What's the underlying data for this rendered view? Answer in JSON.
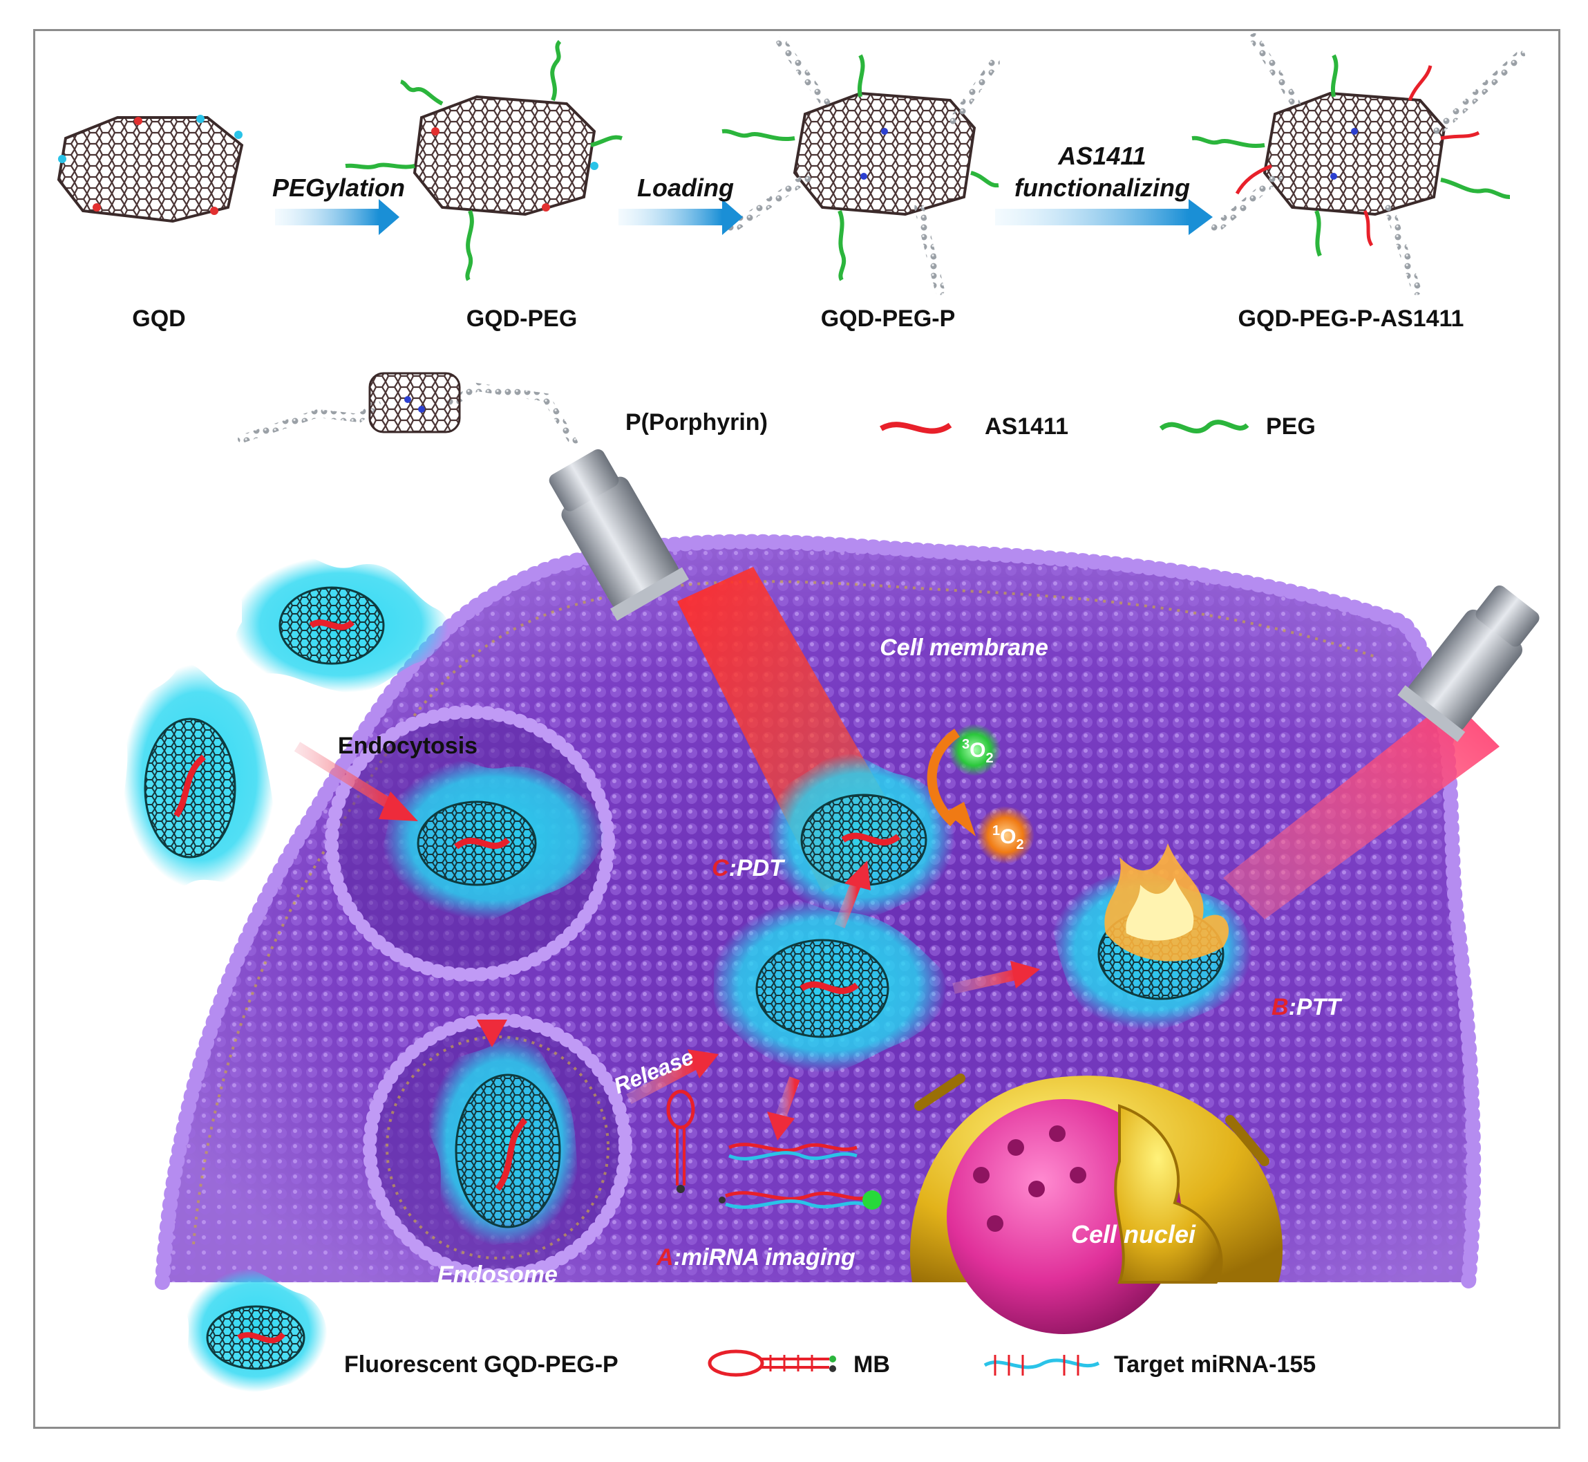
{
  "steps": {
    "pegylation": "PEGylation",
    "loading": "Loading",
    "functionalizing_1": "AS1411",
    "functionalizing_2": "functionalizing"
  },
  "stages": [
    "GQD",
    "GQD-PEG",
    "GQD-PEG-P",
    "GQD-PEG-P-AS1411"
  ],
  "legend_top": {
    "porphyrin": "P(Porphyrin)",
    "as1411": "AS1411",
    "peg": "PEG"
  },
  "cell": {
    "membrane": "Cell membrane",
    "endocytosis": "Endocytosis",
    "release": "Release",
    "endosome": "Endosome",
    "nuclei": "Cell nuclei",
    "pdt_letter": "C",
    "pdt_text": ":PDT",
    "ptt_letter": "B",
    "ptt_text": ":PTT",
    "mirna_letter": "A",
    "mirna_text": ":miRNA imaging",
    "o2_triplet_sup": "3",
    "o2_singlet_sup": "1",
    "o2_main": "O",
    "o2_sub": "2"
  },
  "legend_bottom": {
    "fluorescent": "Fluorescent GQD-PEG-P",
    "mb": "MB",
    "target": "Target miRNA-155"
  },
  "colors": {
    "arrow_blue": "#1a8fd6",
    "arrow_red": "#ee2b3b",
    "as1411_red": "#e8202a",
    "peg_green": "#2bb53c",
    "membrane_purple": "#7b3fc4",
    "glow_cyan": "#27d7f2",
    "label_red": "#e3222b",
    "nucleus_magenta": "#e0309a",
    "shell_gold": "#e2b21a"
  }
}
